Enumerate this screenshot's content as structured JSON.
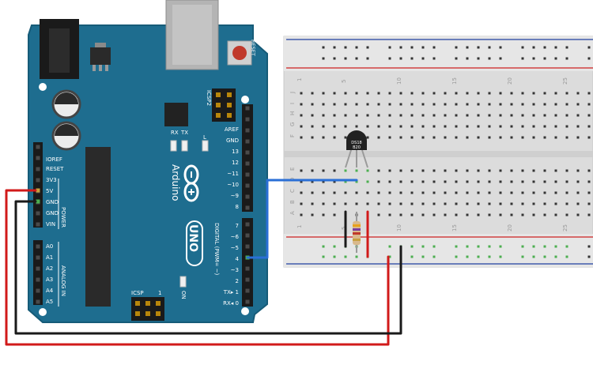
{
  "arduino": {
    "board_text": "Arduino",
    "model_text": "UNO",
    "reset_label": "RESET",
    "icsp2_label": "ICSP2",
    "icsp_label": "ICSP",
    "rx_label": "RX",
    "tx_label": "TX",
    "l_label": "L",
    "on_label": "ON",
    "power_label": "POWER",
    "analog_label": "ANALOG IN",
    "digital_label": "DIGITAL (PWM= ~)",
    "power_pins": [
      "IOREF",
      "RESET",
      "3V3",
      "5V",
      "GND",
      "GND",
      "VIN"
    ],
    "analog_pins": [
      "A0",
      "A1",
      "A2",
      "A3",
      "A4",
      "A5"
    ],
    "digital_top_pins": [
      "AREF",
      "GND",
      "13",
      "12",
      "~11",
      "~10",
      "~9",
      "8"
    ],
    "digital_bottom_pins": [
      "7",
      "~6",
      "~5",
      "4",
      "~3",
      "2",
      "TX▸ 1",
      "RX◂ 0"
    ],
    "colors": {
      "board": "#1e6d8f",
      "board_edge": "#165b78",
      "silk": "#ffffff",
      "header": "#1a1a1a"
    }
  },
  "breadboard": {
    "column_numbers": [
      "1",
      "5",
      "10",
      "15",
      "20",
      "25"
    ],
    "row_letters": [
      "J",
      "I",
      "H",
      "G",
      "F",
      "E",
      "D",
      "C",
      "B",
      "A"
    ],
    "colors": {
      "body": "#dcdcdc",
      "rail_red": "#cc2020",
      "rail_blue": "#2040a0",
      "hole": "#333333",
      "active_hole": "#4caf50"
    }
  },
  "sensor": {
    "label_line1": "DS18",
    "label_line2": "B20"
  },
  "wires": {
    "colors": {
      "power": "#d11a1a",
      "ground": "#1a1a1a",
      "data": "#2a6fd6"
    }
  }
}
